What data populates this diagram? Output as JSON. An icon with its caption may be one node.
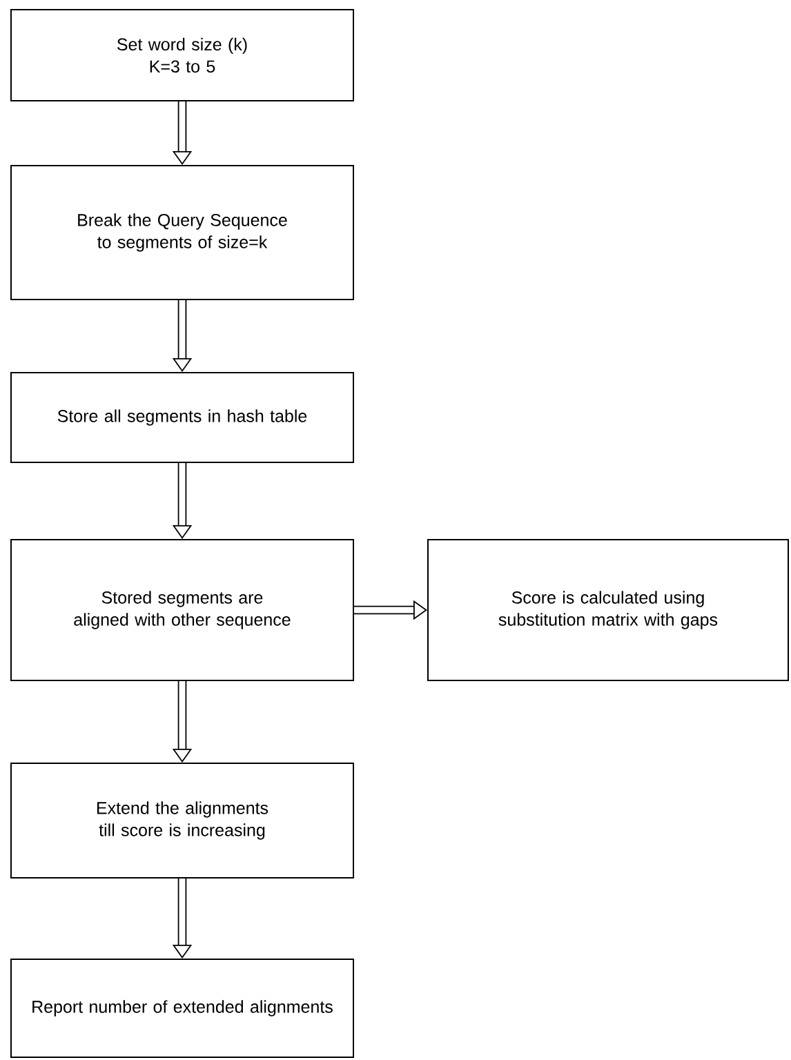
{
  "diagram": {
    "nodes": [
      {
        "text": [
          "Set word size (k)",
          "K=3 to 5"
        ]
      },
      {
        "text": [
          "Break the Query Sequence to segments of size=k"
        ]
      },
      {
        "text": [
          "Store all segments in hash table"
        ]
      },
      {
        "text": [
          "Stored segments are aligned with other sequence"
        ]
      },
      {
        "text": [
          "Score is calculated using substitution matrix with gaps"
        ]
      },
      {
        "text": [
          "Extend the alignments till score is increasing"
        ]
      },
      {
        "text": [
          "Report number of extended alignments"
        ]
      }
    ],
    "edges": [
      {
        "from": 0,
        "to": 1,
        "arrow": "to"
      },
      {
        "from": 1,
        "to": 2,
        "arrow": "to"
      },
      {
        "from": 2,
        "to": 3,
        "arrow": "to"
      },
      {
        "from": 3,
        "to": 4,
        "arrow": "to"
      },
      {
        "from": 3,
        "to": 5,
        "arrow": "to"
      },
      {
        "from": 5,
        "to": 6,
        "arrow": "to"
      }
    ]
  }
}
